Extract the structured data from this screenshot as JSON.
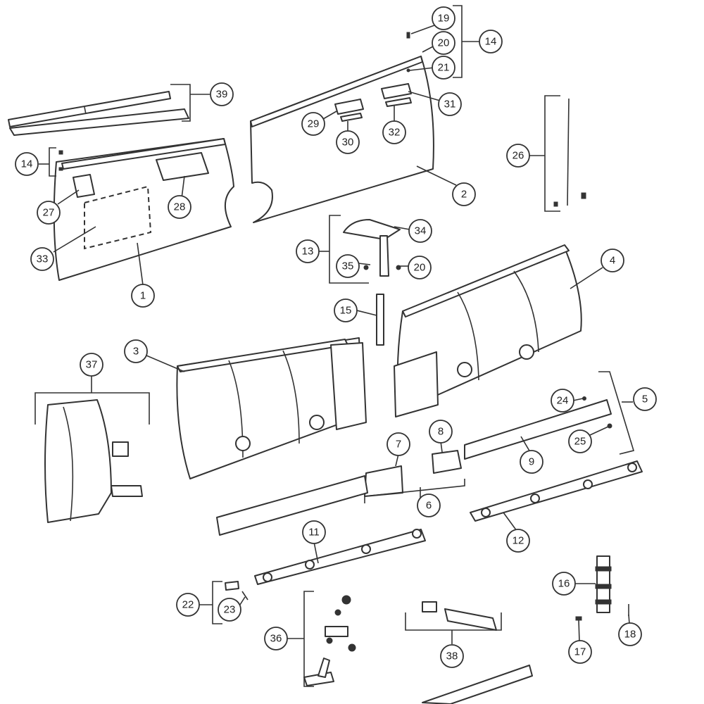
{
  "diagram": {
    "callouts": [
      {
        "id": "c1",
        "label": "1"
      },
      {
        "id": "c2",
        "label": "2"
      },
      {
        "id": "c3",
        "label": "3"
      },
      {
        "id": "c4",
        "label": "4"
      },
      {
        "id": "c5",
        "label": "5"
      },
      {
        "id": "c6",
        "label": "6"
      },
      {
        "id": "c7",
        "label": "7"
      },
      {
        "id": "c8",
        "label": "8"
      },
      {
        "id": "c9",
        "label": "9"
      },
      {
        "id": "c11",
        "label": "11"
      },
      {
        "id": "c12",
        "label": "12"
      },
      {
        "id": "c13",
        "label": "13"
      },
      {
        "id": "c14a",
        "label": "14"
      },
      {
        "id": "c14b",
        "label": "14"
      },
      {
        "id": "c15",
        "label": "15"
      },
      {
        "id": "c16",
        "label": "16"
      },
      {
        "id": "c17",
        "label": "17"
      },
      {
        "id": "c18",
        "label": "18"
      },
      {
        "id": "c19",
        "label": "19"
      },
      {
        "id": "c20a",
        "label": "20"
      },
      {
        "id": "c20b",
        "label": "20"
      },
      {
        "id": "c21",
        "label": "21"
      },
      {
        "id": "c22",
        "label": "22"
      },
      {
        "id": "c23",
        "label": "23"
      },
      {
        "id": "c24",
        "label": "24"
      },
      {
        "id": "c25",
        "label": "25"
      },
      {
        "id": "c26",
        "label": "26"
      },
      {
        "id": "c27",
        "label": "27"
      },
      {
        "id": "c28",
        "label": "28"
      },
      {
        "id": "c29",
        "label": "29"
      },
      {
        "id": "c30",
        "label": "30"
      },
      {
        "id": "c31",
        "label": "31"
      },
      {
        "id": "c32",
        "label": "32"
      },
      {
        "id": "c33",
        "label": "33"
      },
      {
        "id": "c34",
        "label": "34"
      },
      {
        "id": "c35",
        "label": "35"
      },
      {
        "id": "c36",
        "label": "36"
      },
      {
        "id": "c37",
        "label": "37"
      },
      {
        "id": "c38",
        "label": "38"
      },
      {
        "id": "c39",
        "label": "39"
      }
    ],
    "colors": {
      "ink": "#333333",
      "background": "#ffffff"
    }
  }
}
